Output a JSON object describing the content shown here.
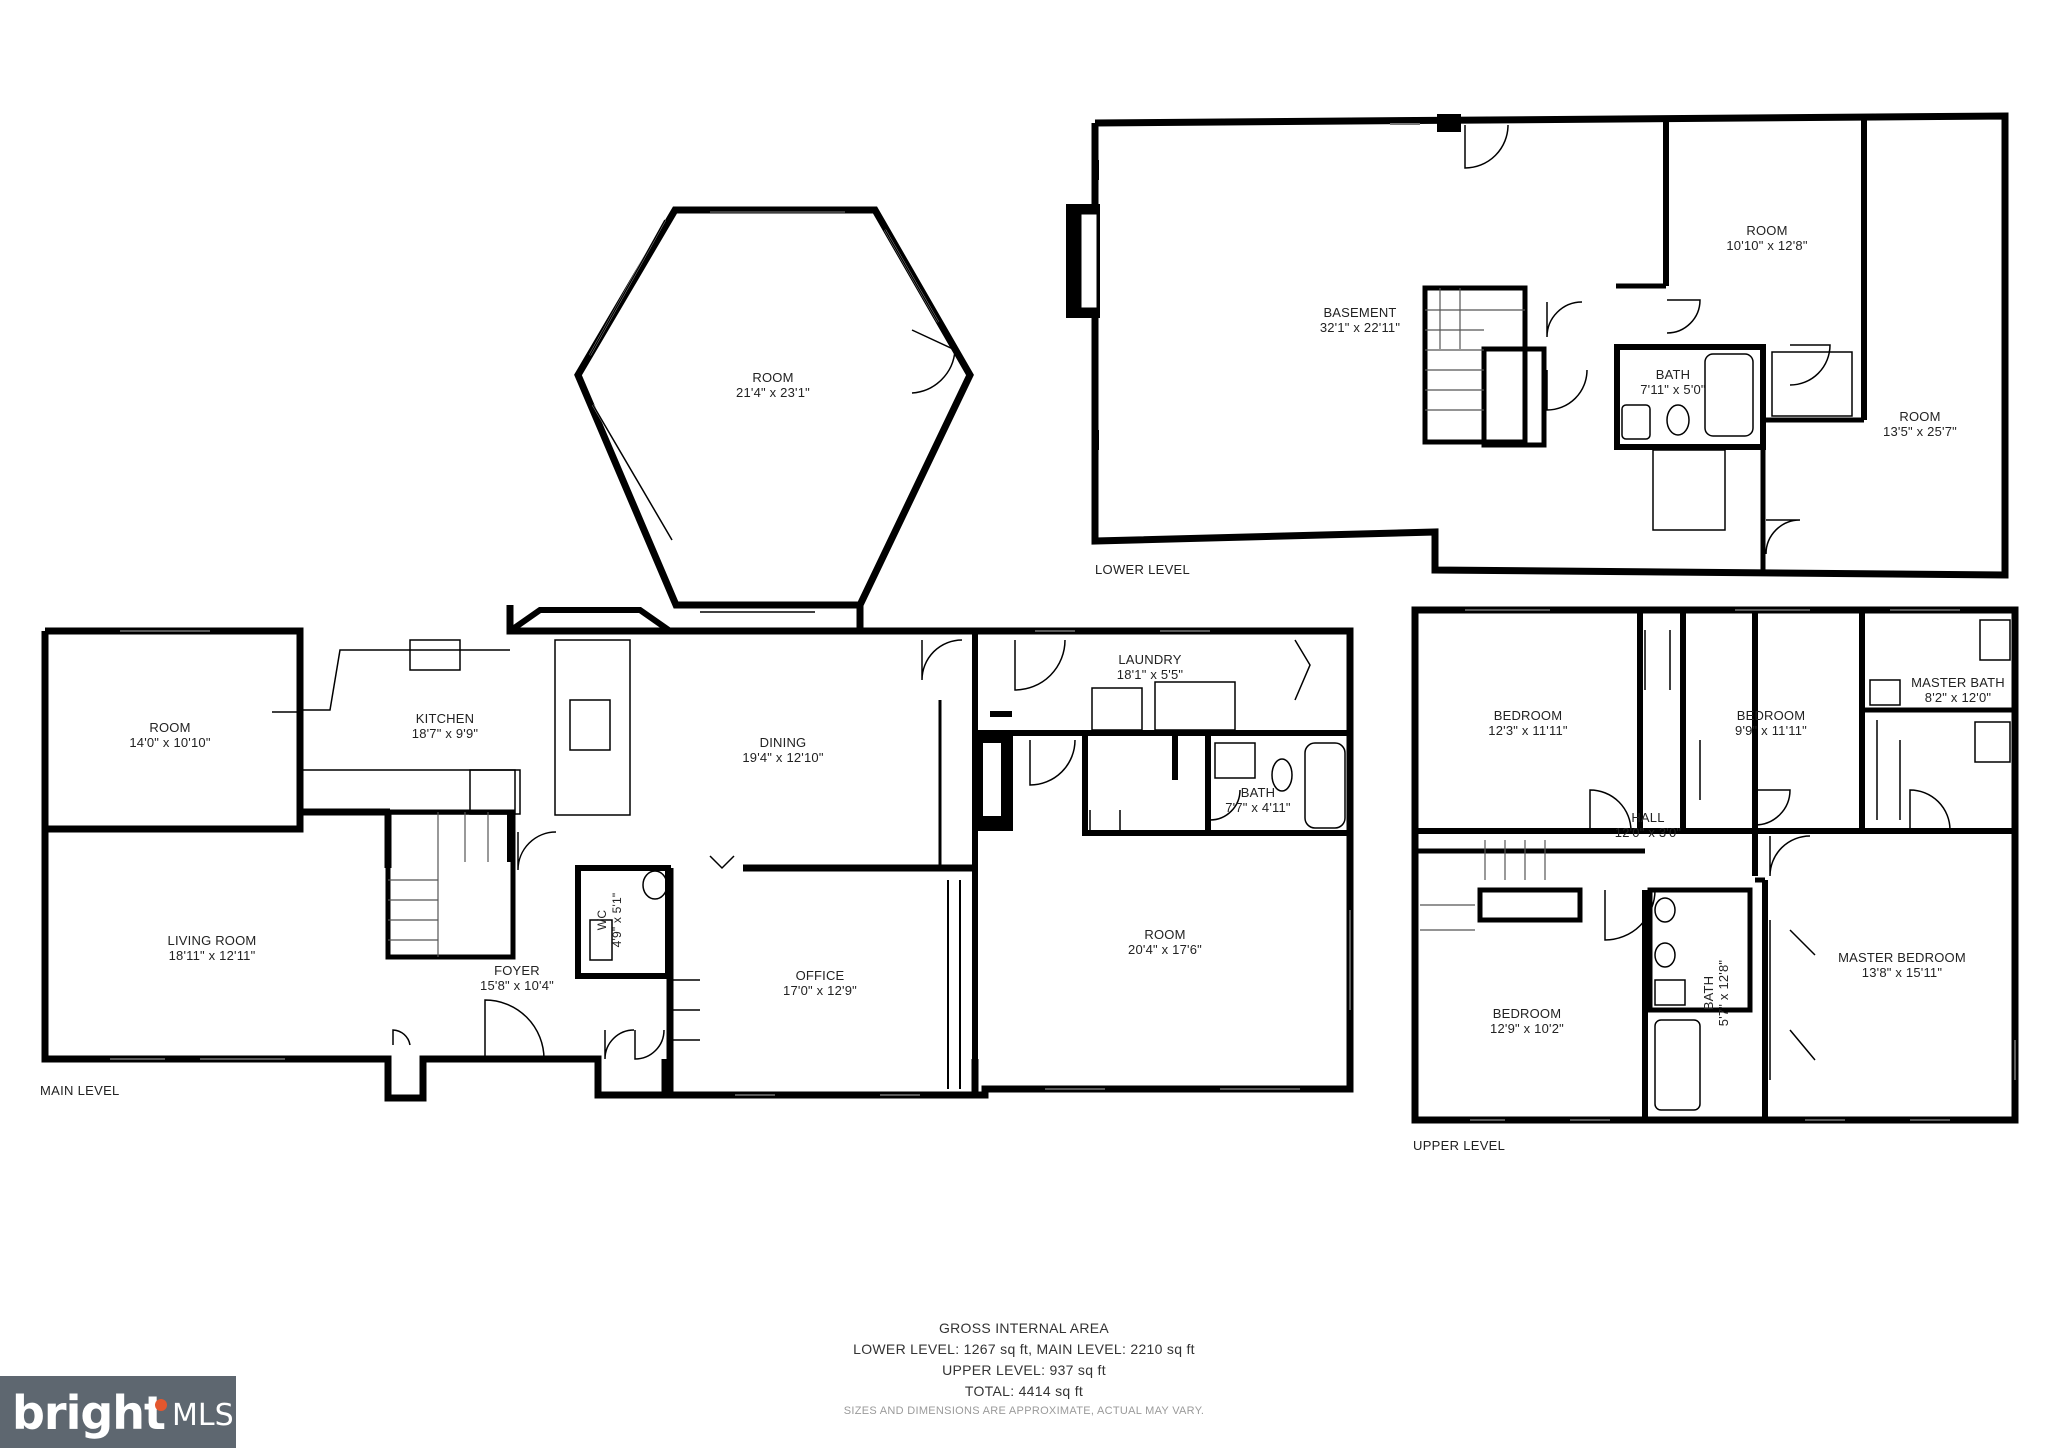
{
  "rooms": {
    "lower_basement": {
      "name": "BASEMENT",
      "dim": "32'1\" x 22'11\""
    },
    "lower_room_a": {
      "name": "ROOM",
      "dim": "10'10\" x 12'8\""
    },
    "lower_bath": {
      "name": "BATH",
      "dim": "7'11\" x 5'0\""
    },
    "lower_room_b": {
      "name": "ROOM",
      "dim": "13'5\" x 25'7\""
    },
    "main_hex_room": {
      "name": "ROOM",
      "dim": "21'4\" x 23'1\""
    },
    "main_room": {
      "name": "ROOM",
      "dim": "14'0\" x 10'10\""
    },
    "main_kitchen": {
      "name": "KITCHEN",
      "dim": "18'7\" x 9'9\""
    },
    "main_dining": {
      "name": "DINING",
      "dim": "19'4\" x 12'10\""
    },
    "main_laundry": {
      "name": "LAUNDRY",
      "dim": "18'1\" x 5'5\""
    },
    "main_bath": {
      "name": "BATH",
      "dim": "7'7\" x 4'11\""
    },
    "main_living": {
      "name": "LIVING ROOM",
      "dim": "18'11\" x 12'11\""
    },
    "main_foyer": {
      "name": "FOYER",
      "dim": "15'8\" x 10'4\""
    },
    "main_wc": {
      "name": "WC",
      "dim": "4'9\" x 5'1\""
    },
    "main_office": {
      "name": "OFFICE",
      "dim": "17'0\" x 12'9\""
    },
    "main_big_room": {
      "name": "ROOM",
      "dim": "20'4\" x 17'6\""
    },
    "upper_bed1": {
      "name": "BEDROOM",
      "dim": "12'3\" x 11'11\""
    },
    "upper_bed2": {
      "name": "BEDROOM",
      "dim": "9'9\" x 11'11\""
    },
    "upper_master_bath": {
      "name": "MASTER BATH",
      "dim": "8'2\" x 12'0\""
    },
    "upper_hall": {
      "name": "HALL",
      "dim": "12'0\" x 3'0\""
    },
    "upper_bed3": {
      "name": "BEDROOM",
      "dim": "12'9\" x 10'2\""
    },
    "upper_bath": {
      "name": "BATH",
      "dim": "5'7\" x 12'8\""
    },
    "upper_master_bed": {
      "name": "MASTER BEDROOM",
      "dim": "13'8\" x 15'11\""
    }
  },
  "levels": {
    "lower": "LOWER LEVEL",
    "main": "MAIN LEVEL",
    "upper": "UPPER LEVEL"
  },
  "area": {
    "title": "GROSS INTERNAL AREA",
    "line1": "LOWER LEVEL: 1267 sq ft, MAIN LEVEL: 2210 sq ft",
    "line2": "UPPER LEVEL: 937 sq ft",
    "line3": "TOTAL: 4414 sq ft",
    "note": "SIZES AND DIMENSIONS ARE APPROXIMATE, ACTUAL MAY VARY."
  },
  "logo": {
    "brand": "bright",
    "suffix": "MLS"
  },
  "colors": {
    "wall": "#000000",
    "background": "#ffffff",
    "logo_bg": "#5e6770"
  }
}
